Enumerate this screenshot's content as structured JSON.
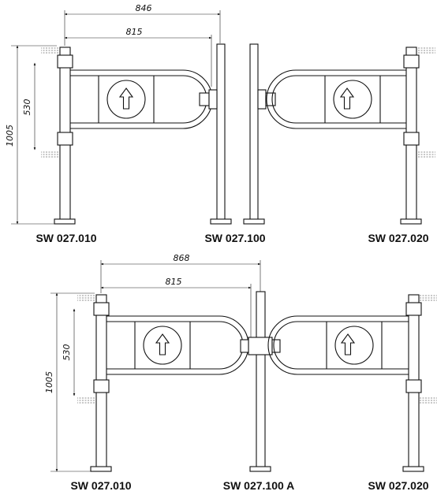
{
  "top": {
    "dim_outer": "846",
    "dim_inner": "815",
    "dim_height": "1005",
    "dim_span": "530",
    "labels": [
      "SW 027.010",
      "SW 027.100",
      "SW 027.020"
    ]
  },
  "bottom": {
    "dim_outer": "868",
    "dim_inner": "815",
    "dim_height": "1005",
    "dim_span": "530",
    "labels": [
      "SW 027.010",
      "SW 027.100 A",
      "SW 027.020"
    ]
  },
  "icons": [
    "arrow-up-icon"
  ],
  "colors": {
    "line": "#111111",
    "background": "#ffffff"
  }
}
